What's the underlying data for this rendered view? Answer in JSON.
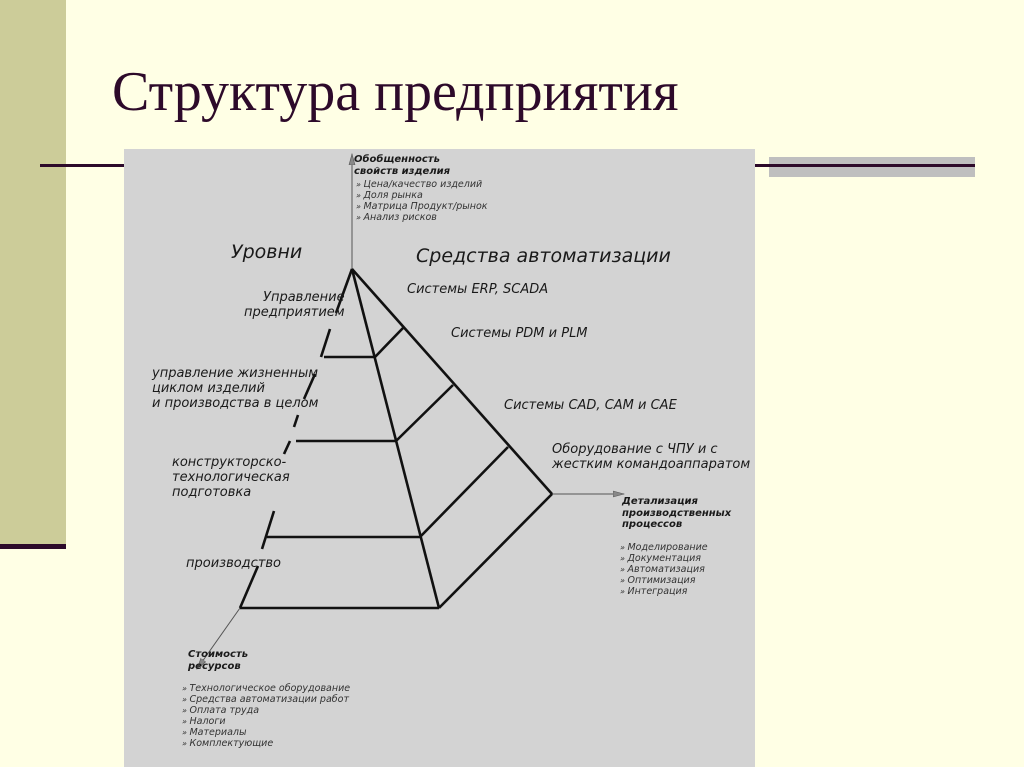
{
  "slide": {
    "title": "Структура предприятия",
    "colors": {
      "background": "#ffffe5",
      "left_band": "#cccc99",
      "accent_dark": "#2d0a2a",
      "figure_bg": "#d3d3d3",
      "rule_bar": "#bfbfbf"
    }
  },
  "diagram": {
    "levels_header": "Уровни",
    "tools_header": "Средства автоматизации",
    "levels": [
      {
        "label_lines": [
          "Управление",
          "предприятием"
        ]
      },
      {
        "label_lines": [
          "управление жизненным",
          "циклом изделий",
          "и производства в целом"
        ]
      },
      {
        "label_lines": [
          "конструкторско-",
          "технологическая",
          "подготовка"
        ]
      },
      {
        "label_lines": [
          "производство"
        ]
      }
    ],
    "tools": [
      {
        "label": "Системы ERP, SCADA"
      },
      {
        "label": "Системы PDM и PLM"
      },
      {
        "label": "Системы CAD, CAM и CAE"
      },
      {
        "label_lines": [
          "Оборудование с ЧПУ и с",
          "жестким командоаппаратом"
        ]
      }
    ],
    "axis_up": {
      "title_lines": [
        "Обобщенность",
        "свойств изделия"
      ],
      "items": [
        "Цена/качество изделий",
        "Доля рынка",
        "Матрица Продукт/рынок",
        "Анализ рисков"
      ]
    },
    "axis_right": {
      "title_lines": [
        "Детализация",
        "производственных",
        "процессов"
      ],
      "items": [
        "Моделирование",
        "Документация",
        "Автоматизация",
        "Оптимизация",
        "Интеграция"
      ]
    },
    "axis_down": {
      "title_lines": [
        "Стоимость",
        "ресурсов"
      ],
      "items": [
        "Технологическое оборудование",
        "Средства автоматизации работ",
        "Оплата труда",
        "Налоги",
        "Материалы",
        "Комплектующие"
      ]
    }
  }
}
